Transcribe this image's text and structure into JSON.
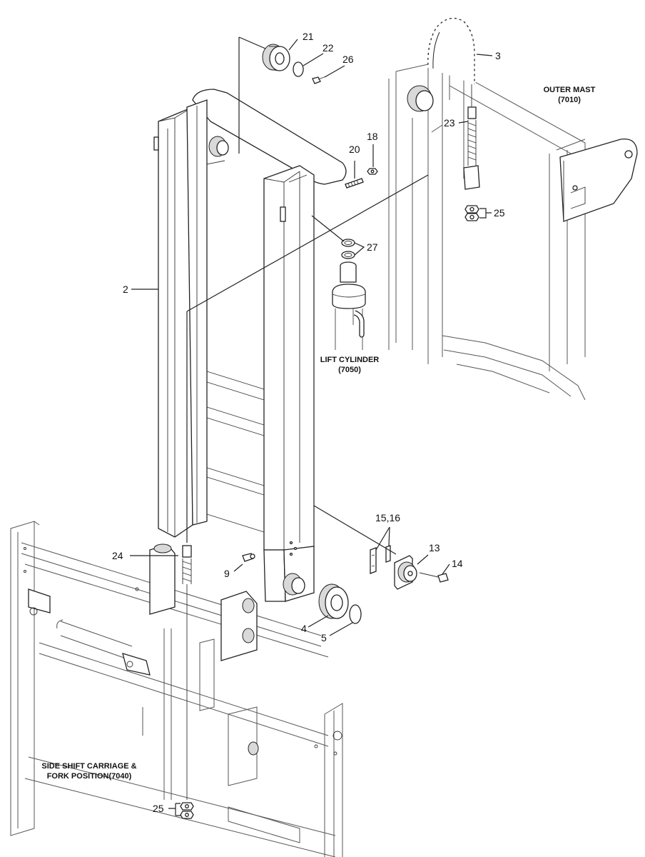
{
  "callouts": [
    {
      "id": "c21",
      "text": "21"
    },
    {
      "id": "c22",
      "text": "22"
    },
    {
      "id": "c26",
      "text": "26"
    },
    {
      "id": "c3",
      "text": "3"
    },
    {
      "id": "c23",
      "text": "23"
    },
    {
      "id": "c18",
      "text": "18"
    },
    {
      "id": "c20",
      "text": "20"
    },
    {
      "id": "c25a",
      "text": "25"
    },
    {
      "id": "c27",
      "text": "27"
    },
    {
      "id": "c2",
      "text": "2"
    },
    {
      "id": "c1516",
      "text": "15,16"
    },
    {
      "id": "c13",
      "text": "13"
    },
    {
      "id": "c14",
      "text": "14"
    },
    {
      "id": "c24",
      "text": "24"
    },
    {
      "id": "c9",
      "text": "9"
    },
    {
      "id": "c4",
      "text": "4"
    },
    {
      "id": "c5",
      "text": "5"
    },
    {
      "id": "c25b",
      "text": "25"
    }
  ],
  "captions": {
    "outer_mast": [
      "OUTER MAST",
      "(7010)"
    ],
    "lift_cylinder": [
      "LIFT CYLINDER",
      "(7050)"
    ],
    "carriage": [
      "SIDE SHIFT CARRIAGE &",
      "FORK POSITION(7040)"
    ]
  }
}
